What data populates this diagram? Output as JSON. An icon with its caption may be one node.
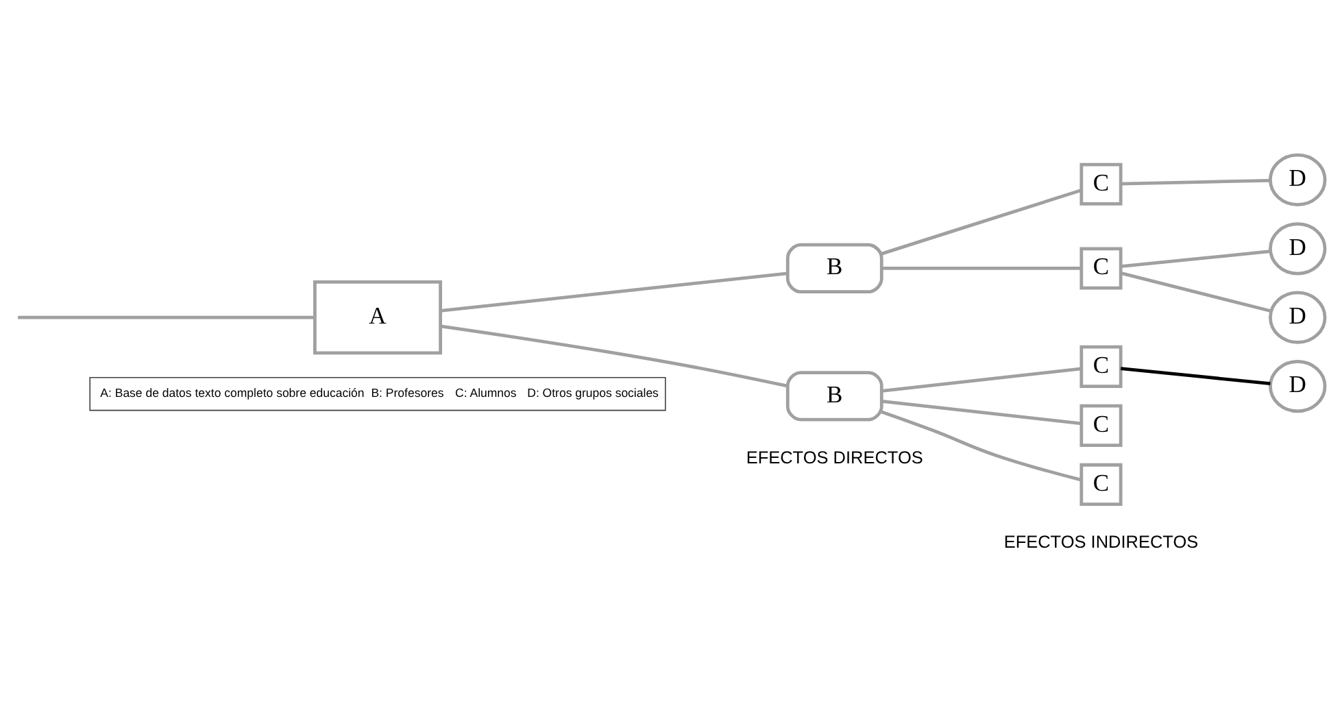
{
  "diagram": {
    "nodes": [
      {
        "text": [
          "A"
        ]
      },
      {
        "text": [
          "B"
        ]
      },
      {
        "text": [
          "B"
        ]
      },
      {
        "text": [
          "C"
        ]
      },
      {
        "text": [
          "C"
        ]
      },
      {
        "text": [
          "C"
        ]
      },
      {
        "text": [
          "C"
        ]
      },
      {
        "text": [
          "C"
        ]
      },
      {
        "text": [
          "D"
        ]
      },
      {
        "text": [
          "D"
        ]
      },
      {
        "text": [
          "D"
        ]
      },
      {
        "text": [
          "D"
        ]
      }
    ],
    "edges": [
      {
        "from": null,
        "to": 0,
        "arrow": "none"
      },
      {
        "from": 0,
        "to": 1,
        "arrow": "none"
      },
      {
        "from": 0,
        "to": 2,
        "arrow": "none"
      },
      {
        "from": 1,
        "to": 3,
        "arrow": "none"
      },
      {
        "from": 1,
        "to": 4,
        "arrow": "none"
      },
      {
        "from": 3,
        "to": 8,
        "arrow": "none"
      },
      {
        "from": 4,
        "to": 9,
        "arrow": "none"
      },
      {
        "from": 4,
        "to": 10,
        "arrow": "none"
      },
      {
        "from": 2,
        "to": 5,
        "arrow": "none"
      },
      {
        "from": 2,
        "to": 6,
        "arrow": "none"
      },
      {
        "from": 2,
        "to": 7,
        "arrow": "none"
      },
      {
        "from": 5,
        "to": 11,
        "arrow": "none",
        "color": "#000000"
      }
    ],
    "labels": [
      "EFECTOS DIRECTOS",
      "EFECTOS INDIRECTOS",
      "A: Base de datos texto completo sobre educación",
      "B: Profesores",
      "C: Alumnos",
      "D: Otros grupos sociales"
    ]
  }
}
